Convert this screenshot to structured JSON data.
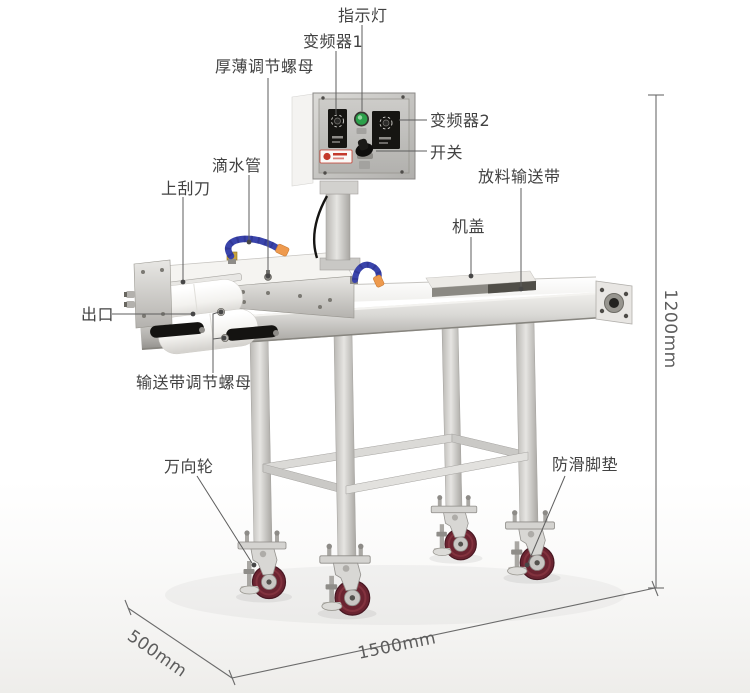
{
  "product_diagram": {
    "callouts": {
      "indicator_light": "指示灯",
      "inverter_1": "变频器1",
      "thickness_adjust_nut": "厚薄调节螺母",
      "inverter_2": "变频器2",
      "power_switch": "开关",
      "drip_pipe": "滴水管",
      "upper_scraper": "上刮刀",
      "feeding_conveyor_belt": "放料输送带",
      "machine_cover": "机盖",
      "outlet": "出口",
      "belt_adjust_nut": "输送带调节螺母",
      "universal_wheel": "万向轮",
      "anti_slip_foot_pad": "防滑脚垫"
    },
    "dimensions": {
      "height": "1200mm",
      "depth": "500mm",
      "length": "1500mm"
    },
    "colors": {
      "label_text": "#424242",
      "dimension_text": "#5d5d5d",
      "leader_line": "#5e5e5e",
      "indicator_green": "#2ba04a",
      "drip_pipe_blue": "#3a44ab",
      "pipe_tip_orange": "#ee9a4e",
      "caster_wheel": "#6b2431",
      "logo_red": "#c3392b",
      "stainless_steel": "#c9c8c4"
    }
  }
}
